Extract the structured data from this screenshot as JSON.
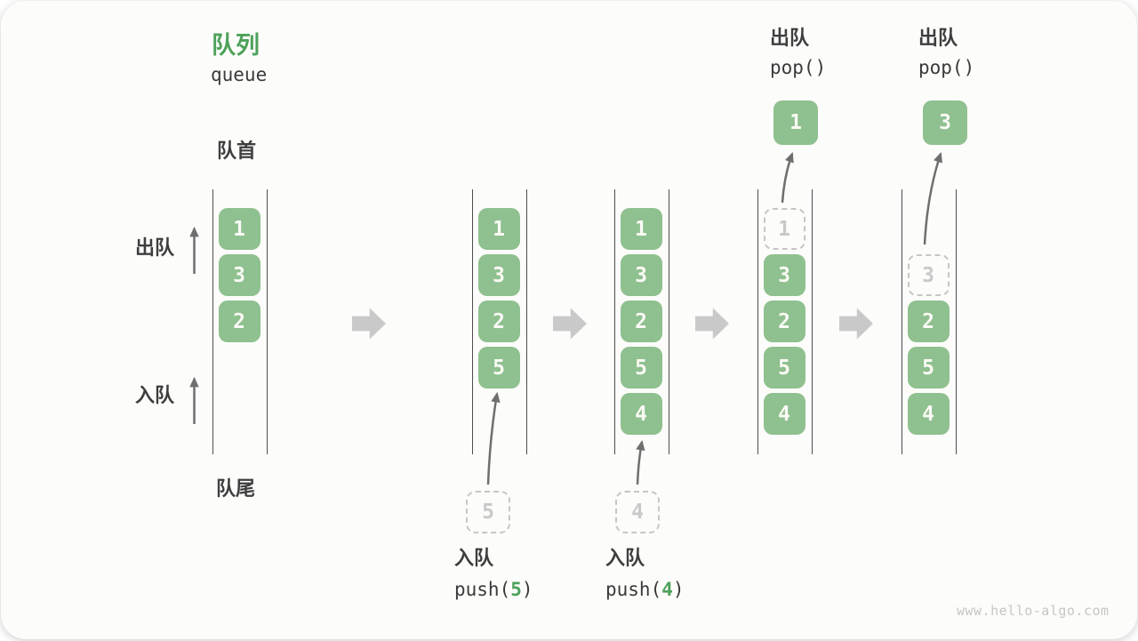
{
  "title": {
    "zh": "队列",
    "en": "queue"
  },
  "labels": {
    "front": "队首",
    "rear": "队尾",
    "dequeue": "出队",
    "enqueue": "入队"
  },
  "watermark": "www.hello-algo.com",
  "colors": {
    "accent_green": "#4DA15A",
    "box_green": "#8FC08F",
    "block_arrow_gray": "#C9C9C9",
    "dashed_gray": "#C6C6C6",
    "text_dark": "#3E3E3E"
  },
  "columns": [
    {
      "cells": [
        {
          "row": 0,
          "value": "1",
          "type": "solid"
        },
        {
          "row": 1,
          "value": "3",
          "type": "solid"
        },
        {
          "row": 2,
          "value": "2",
          "type": "solid"
        }
      ]
    },
    {
      "cells": [
        {
          "row": 0,
          "value": "1",
          "type": "solid"
        },
        {
          "row": 1,
          "value": "3",
          "type": "solid"
        },
        {
          "row": 2,
          "value": "2",
          "type": "solid"
        },
        {
          "row": 3,
          "value": "5",
          "type": "solid"
        }
      ],
      "pending": {
        "value": "5"
      },
      "caption": {
        "label": "入队",
        "code_prefix": "push(",
        "code_arg": "5",
        "code_suffix": ")"
      }
    },
    {
      "cells": [
        {
          "row": 0,
          "value": "1",
          "type": "solid"
        },
        {
          "row": 1,
          "value": "3",
          "type": "solid"
        },
        {
          "row": 2,
          "value": "2",
          "type": "solid"
        },
        {
          "row": 3,
          "value": "5",
          "type": "solid"
        },
        {
          "row": 4,
          "value": "4",
          "type": "solid"
        }
      ],
      "pending": {
        "value": "4"
      },
      "caption": {
        "label": "入队",
        "code_prefix": "push(",
        "code_arg": "4",
        "code_suffix": ")"
      }
    },
    {
      "cells": [
        {
          "row": 0,
          "value": "1",
          "type": "dashed"
        },
        {
          "row": 1,
          "value": "3",
          "type": "solid"
        },
        {
          "row": 2,
          "value": "2",
          "type": "solid"
        },
        {
          "row": 3,
          "value": "5",
          "type": "solid"
        },
        {
          "row": 4,
          "value": "4",
          "type": "solid"
        }
      ],
      "popped": {
        "value": "1",
        "label": "出队",
        "code": "pop()"
      }
    },
    {
      "cells": [
        {
          "row": 1,
          "value": "3",
          "type": "dashed"
        },
        {
          "row": 2,
          "value": "2",
          "type": "solid"
        },
        {
          "row": 3,
          "value": "5",
          "type": "solid"
        },
        {
          "row": 4,
          "value": "4",
          "type": "solid"
        }
      ],
      "popped": {
        "value": "3",
        "label": "出队",
        "code": "pop()"
      }
    }
  ]
}
